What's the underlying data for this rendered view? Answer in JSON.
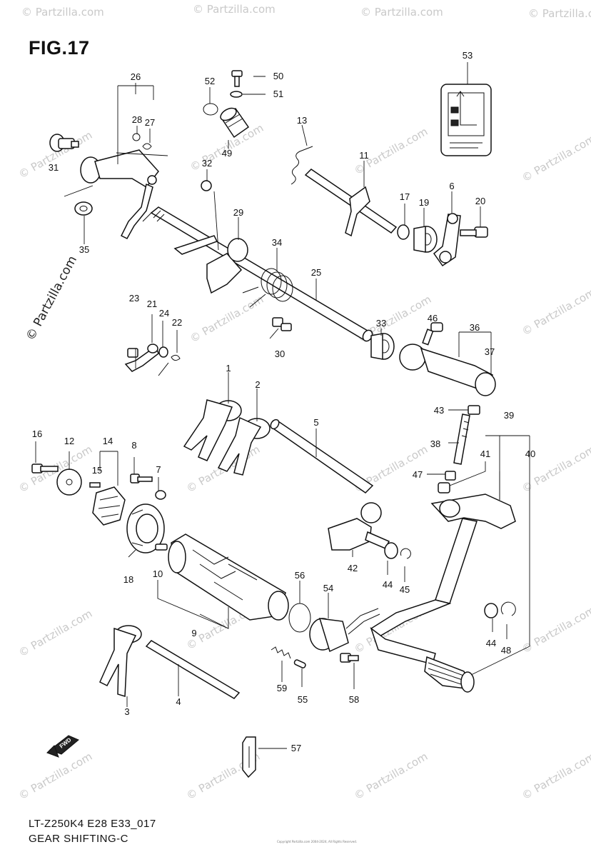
{
  "figure": {
    "title": "FIG.17",
    "model_code": "LT-Z250K4 E28 E33_017",
    "section_name": "GEAR SHIFTING-C",
    "copyright": "Copyright Partzilla.com 2004-2024, All Rights Reserved."
  },
  "watermark": {
    "text": "© Partzilla.com"
  },
  "fwd_label": "FWD",
  "callouts": [
    {
      "id": "c1",
      "number": "1"
    },
    {
      "id": "c2",
      "number": "2"
    },
    {
      "id": "c3",
      "number": "3"
    },
    {
      "id": "c4",
      "number": "4"
    },
    {
      "id": "c5",
      "number": "5"
    },
    {
      "id": "c6",
      "number": "6"
    },
    {
      "id": "c7",
      "number": "7"
    },
    {
      "id": "c8",
      "number": "8"
    },
    {
      "id": "c9",
      "number": "9"
    },
    {
      "id": "c10",
      "number": "10"
    },
    {
      "id": "c11",
      "number": "11"
    },
    {
      "id": "c12",
      "number": "12"
    },
    {
      "id": "c13",
      "number": "13"
    },
    {
      "id": "c14",
      "number": "14"
    },
    {
      "id": "c15",
      "number": "15"
    },
    {
      "id": "c16",
      "number": "16"
    },
    {
      "id": "c17",
      "number": "17"
    },
    {
      "id": "c18",
      "number": "18"
    },
    {
      "id": "c19",
      "number": "19"
    },
    {
      "id": "c20",
      "number": "20"
    },
    {
      "id": "c21",
      "number": "21"
    },
    {
      "id": "c22",
      "number": "22"
    },
    {
      "id": "c23",
      "number": "23"
    },
    {
      "id": "c24",
      "number": "24"
    },
    {
      "id": "c25",
      "number": "25"
    },
    {
      "id": "c26",
      "number": "26"
    },
    {
      "id": "c27",
      "number": "27"
    },
    {
      "id": "c28",
      "number": "28"
    },
    {
      "id": "c29",
      "number": "29"
    },
    {
      "id": "c30",
      "number": "30"
    },
    {
      "id": "c31",
      "number": "31"
    },
    {
      "id": "c32",
      "number": "32"
    },
    {
      "id": "c33",
      "number": "33"
    },
    {
      "id": "c34",
      "number": "34"
    },
    {
      "id": "c35",
      "number": "35"
    },
    {
      "id": "c36",
      "number": "36"
    },
    {
      "id": "c37",
      "number": "37"
    },
    {
      "id": "c38",
      "number": "38"
    },
    {
      "id": "c39",
      "number": "39"
    },
    {
      "id": "c40",
      "number": "40"
    },
    {
      "id": "c41",
      "number": "41"
    },
    {
      "id": "c42",
      "number": "42"
    },
    {
      "id": "c43",
      "number": "43"
    },
    {
      "id": "c44a",
      "number": "44"
    },
    {
      "id": "c44b",
      "number": "44"
    },
    {
      "id": "c45",
      "number": "45"
    },
    {
      "id": "c46",
      "number": "46"
    },
    {
      "id": "c47",
      "number": "47"
    },
    {
      "id": "c48",
      "number": "48"
    },
    {
      "id": "c49",
      "number": "49"
    },
    {
      "id": "c50",
      "number": "50"
    },
    {
      "id": "c51",
      "number": "51"
    },
    {
      "id": "c52",
      "number": "52"
    },
    {
      "id": "c53",
      "number": "53"
    },
    {
      "id": "c54",
      "number": "54"
    },
    {
      "id": "c55",
      "number": "55"
    },
    {
      "id": "c56",
      "number": "56"
    },
    {
      "id": "c57",
      "number": "57"
    },
    {
      "id": "c58",
      "number": "58"
    },
    {
      "id": "c59",
      "number": "59"
    }
  ]
}
